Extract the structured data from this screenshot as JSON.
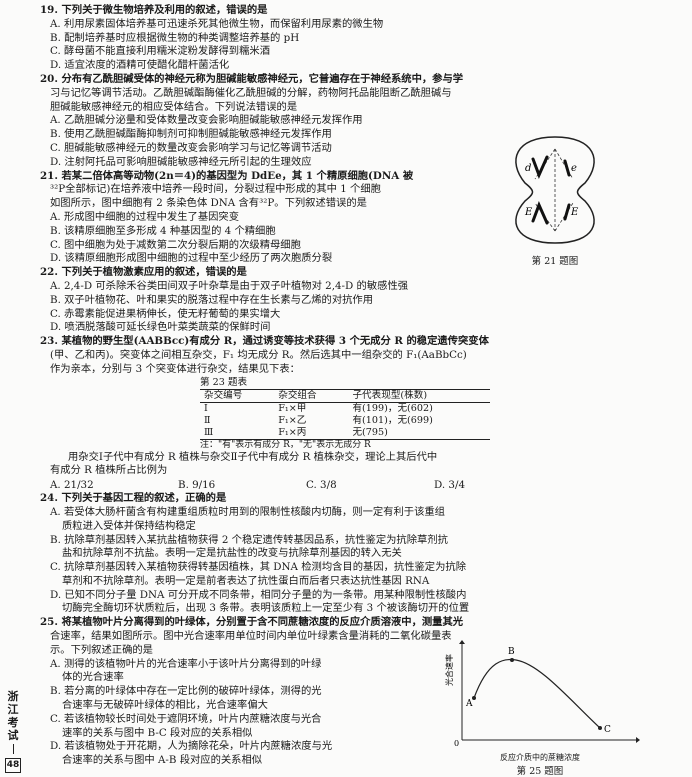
{
  "q19": {
    "stem": "19. 下列关于微生物培养及利用的叙述，错误的是",
    "a": "A. 利用尿素固体培养基可迅速杀死其他微生物，而保留利用尿素的微生物",
    "b": "B. 配制培养基时应根据微生物的种类调整培养基的 pH",
    "c": "C. 酵母菌不能直接利用糯米淀粉发酵得到糯米酒",
    "d": "D. 适宜浓度的酒精可使醋化醋杆菌活化"
  },
  "q20": {
    "stem1": "20. 分布有乙酰胆碱受体的神经元称为胆碱能敏感神经元，它普遍存在于神经系统中，参与学",
    "stem2": "习与记忆等调节活动。乙酰胆碱酯酶催化乙酰胆碱的分解，药物阿托品能阻断乙酰胆碱与",
    "stem3": "胆碱能敏感神经元的相应受体结合。下列说法错误的是",
    "a": "A. 乙酰胆碱分泌量和受体数量改变会影响胆碱能敏感神经元发挥作用",
    "b": "B. 使用乙酰胆碱酯酶抑制剂可抑制胆碱能敏感神经元发挥作用",
    "c": "C. 胆碱能敏感神经元的数量改变会影响学习与记忆等调节活动",
    "d": "D. 注射阿托品可影响胆碱能敏感神经元所引起的生理效应"
  },
  "q21": {
    "stem1": "21. 若某二倍体高等动物(2n＝4)的基因型为 DdEe，其 1 个精原细胞(DNA 被",
    "stem2": "³²P全部标记)在培养液中培养一段时间，分裂过程中形成的其中 1 个细胞",
    "stem3": "如图所示，图中细胞有 2 条染色体 DNA 含有³²P。下列叙述错误的是",
    "a": "A. 形成图中细胞的过程中发生了基因突变",
    "b": "B. 该精原细胞至多形成 4 种基因型的 4 个精细胞",
    "c": "C. 图中细胞为处于减数第二次分裂后期的次级精母细胞",
    "d": "D. 该精原细胞形成图中细胞的过程中至少经历了两次胞质分裂",
    "caption": "第 21 题图",
    "genes": [
      "d",
      "e",
      "E",
      "E"
    ]
  },
  "q22": {
    "stem": "22. 下列关于植物激素应用的叙述，错误的是",
    "a": "A. 2,4-D 可杀除禾谷类田间双子叶杂草是由于双子叶植物对 2,4-D 的敏感性强",
    "b": "B. 双子叶植物花、叶和果实的脱落过程中存在生长素与乙烯的对抗作用",
    "c": "C. 赤霉素能促进果柄伸长，使无籽葡萄的果实增大",
    "d": "D. 喷洒脱落酸可延长绿色叶菜类蔬菜的保鲜时间"
  },
  "q23": {
    "stem1": "23. 某植物的野生型(AABBcc)有成分 R，通过诱变等技术获得 3 个无成分 R 的稳定遗传突变体",
    "stem2": "(甲、乙和丙)。突变体之间相互杂交，F₁ 均无成分 R。然后选其中一组杂交的 F₁(AaBbCc)",
    "stem3": "作为亲本，分别与 3 个突变体进行杂交，结果见下表：",
    "table_caption": "第 23 题表",
    "headers": [
      "杂交编号",
      "杂交组合",
      "子代表现型(株数)"
    ],
    "rows": [
      [
        "Ⅰ",
        "F₁×甲",
        "有(199)，无(602)"
      ],
      [
        "Ⅱ",
        "F₁×乙",
        "有(101)，无(699)"
      ],
      [
        "Ⅲ",
        "F₁×丙",
        "无(795)"
      ]
    ],
    "note": "注：\"有\"表示有成分 R，\"无\"表示无成分 R",
    "q1": "用杂交Ⅰ子代中有成分 R 植株与杂交Ⅱ子代中有成分 R 植株杂交，理论上其后代中",
    "q2": "有成分 R 植株所占比例为",
    "options": [
      "A. 21/32",
      "B. 9/16",
      "C. 3/8",
      "D. 3/4"
    ]
  },
  "q24": {
    "stem": "24. 下列关于基因工程的叙述，正确的是",
    "a1": "A. 若受体大肠杆菌含有构建重组质粒时用到的限制性核酸内切酶，则一定有利于该重组",
    "a2": "质粒进入受体并保持结构稳定",
    "b1": "B. 抗除草剂基因转入某抗盐植物获得 2 个稳定遗传转基因品系，抗性鉴定为抗除草剂抗",
    "b2": "盐和抗除草剂不抗盐。表明一定是抗盐性的改变与抗除草剂基因的转入无关",
    "c1": "C. 抗除草剂基因转入某植物获得转基因植株，其 DNA 检测均含目的基因，抗性鉴定为抗除",
    "c2": "草剂和不抗除草剂。表明一定是前者表达了抗性蛋白而后者只表达抗性基因 RNA",
    "d1": "D. 已知不同分子量 DNA 可分开成不同条带，相同分子量的为一条带。用某种限制性核酸内",
    "d2": "切酶完全酶切环状质粒后，出现 3 条带。表明该质粒上一定至少有 3 个被该酶切开的位置"
  },
  "q25": {
    "stem1": "25. 将某植物叶片分离得到的叶绿体，分别置于含不同蔗糖浓度的反应介质溶液中，测量其光",
    "stem2": "合速率，结果如图所示。图中光合速率用单位时间内单位叶绿素含量消耗的二氧化碳量表",
    "stem3": "示。下列叙述正确的是",
    "a1": "A. 测得的该植物叶片的光合速率小于该叶片分离得到的叶绿",
    "a2": "体的光合速率",
    "b1": "B. 若分离的叶绿体中存在一定比例的破碎叶绿体，测得的光",
    "b2": "合速率与无破碎叶绿体的相比，光合速率偏大",
    "c1": "C. 若该植物较长时间处于遮阴环境，叶片内蔗糖浓度与光合",
    "c2": "速率的关系与图中 B-C 段对应的关系相似",
    "d1": "D. 若该植物处于开花期，人为摘除花朵，叶片内蔗糖浓度与光",
    "d2": "合速率的关系与图中 A-B 段对应的关系相似",
    "caption": "第 25 题图",
    "y_label": "光合速率",
    "x_label": "反应介质中的蔗糖浓度",
    "origin": "0",
    "points": [
      "A",
      "B",
      "C"
    ]
  },
  "side": {
    "label": "浙江考试",
    "page": "48"
  }
}
